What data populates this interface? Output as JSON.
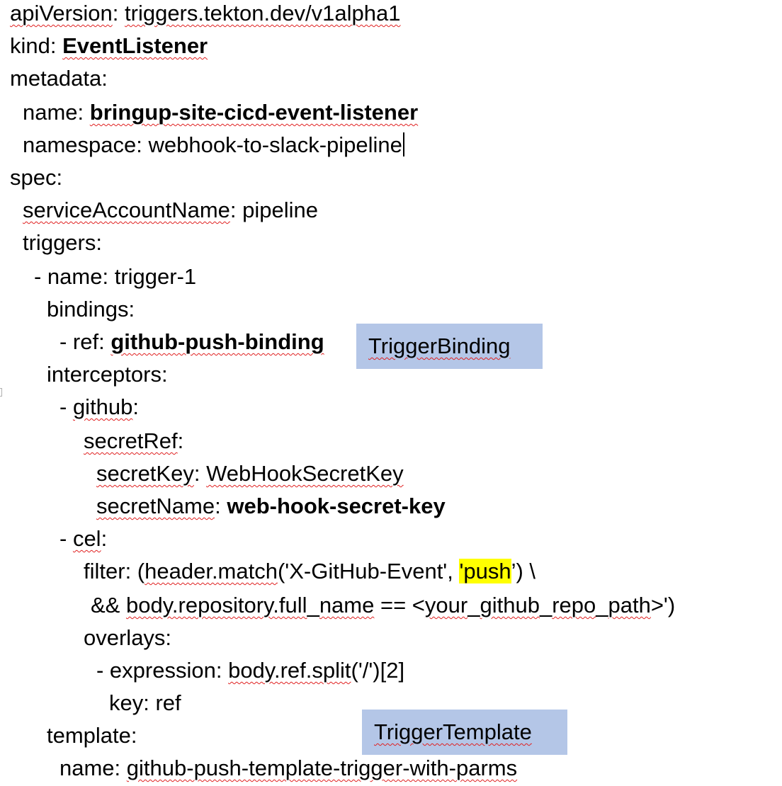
{
  "document": {
    "lines": {
      "l1": {
        "key": "apiVersion",
        "sep": ": ",
        "value": "triggers.tekton.dev/v1alpha1"
      },
      "l2": {
        "key": "kind",
        "sep": ": ",
        "value": "EventListener"
      },
      "l3": {
        "key": "metadata:"
      },
      "l4": {
        "key": "name: ",
        "value": "bringup-site-cicd-event-listener"
      },
      "l5": {
        "key": "namespace: ",
        "value": "webhook-to-slack-pipeline"
      },
      "l6": {
        "key": "spec:"
      },
      "l7": {
        "key": "serviceAccountName",
        "sep": ": ",
        "value": "pipeline"
      },
      "l8": {
        "key": "triggers:"
      },
      "l9": {
        "text": "- name: trigger-1"
      },
      "l10": {
        "key": "bindings:"
      },
      "l11": {
        "prefix": "- ref: ",
        "value": "github-push-binding"
      },
      "l12": {
        "key": "interceptors:"
      },
      "l13": {
        "prefix": "- ",
        "key": "github",
        "sep": ":"
      },
      "l14": {
        "key": "secretRef",
        "sep": ":"
      },
      "l15": {
        "key": "secretKey",
        "sep": ": ",
        "value": "WebHookSecretKey"
      },
      "l16": {
        "key": "secretName",
        "sep": ": ",
        "value": "web-hook-secret-key"
      },
      "l17": {
        "prefix": "- ",
        "key": "cel",
        "sep": ":"
      },
      "l18": {
        "prefix": "filter: (",
        "func": "header.match",
        "mid": "('X-GitHub-Event', ",
        "highlight": "'push",
        "suffix": "’) \\"
      },
      "l19": {
        "prefix": "&& ",
        "p1": "body.repository.full",
        "p2": "_",
        "p3": "name",
        "mid": " == <",
        "p4": "your",
        "p5": "_",
        "p6": "github",
        "p7": "_",
        "p8": "repo",
        "p9": "_",
        "p10": "path",
        "suffix": ">')"
      },
      "l20": {
        "key": "overlays:"
      },
      "l21": {
        "prefix": "- expression: ",
        "func": "body.ref.split",
        "suffix": "('/')[2]"
      },
      "l22": {
        "text": "key: ref"
      },
      "l23": {
        "key": "template:"
      },
      "l24": {
        "prefix": "name: ",
        "value": "github-push-template-trigger-with-parms"
      }
    },
    "callouts": {
      "binding": "TriggerBinding",
      "template": "TriggerTemplate"
    }
  },
  "colors": {
    "callout_fill": "#b4c6e7",
    "highlight": "#ffff00",
    "spellcheck": "#e02020"
  }
}
